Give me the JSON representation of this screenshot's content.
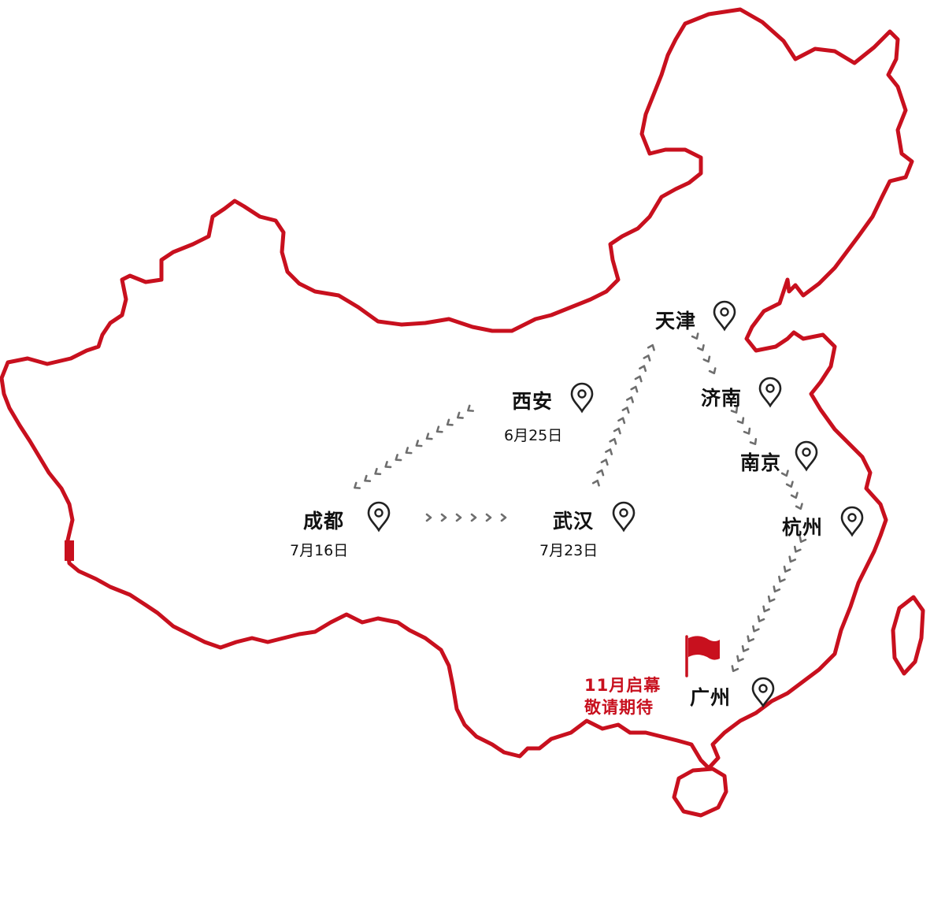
{
  "colors": {
    "border": "#c8101e",
    "arrow": "#6e6e6e",
    "pin": "#222222",
    "flag": "#c8101e",
    "promo": "#c8101e"
  },
  "icons": {
    "pin": "map-pin-icon",
    "flag": "flag-icon",
    "arrow": "chevron-arrow-icon"
  },
  "cities": [
    {
      "id": "tianjin",
      "name": "天津",
      "date": ""
    },
    {
      "id": "xian",
      "name": "西安",
      "date": "6月25日"
    },
    {
      "id": "jinan",
      "name": "济南",
      "date": ""
    },
    {
      "id": "nanjing",
      "name": "南京",
      "date": ""
    },
    {
      "id": "chengdu",
      "name": "成都",
      "date": "7月16日"
    },
    {
      "id": "wuhan",
      "name": "武汉",
      "date": "7月23日"
    },
    {
      "id": "hangzhou",
      "name": "杭州",
      "date": ""
    },
    {
      "id": "guangzhou",
      "name": "广州",
      "date": ""
    }
  ],
  "route": [
    "xian",
    "chengdu",
    "wuhan",
    "tianjin",
    "jinan",
    "nanjing",
    "hangzhou",
    "guangzhou"
  ],
  "promo": {
    "line1": "11月启幕",
    "line2": "敬请期待"
  }
}
